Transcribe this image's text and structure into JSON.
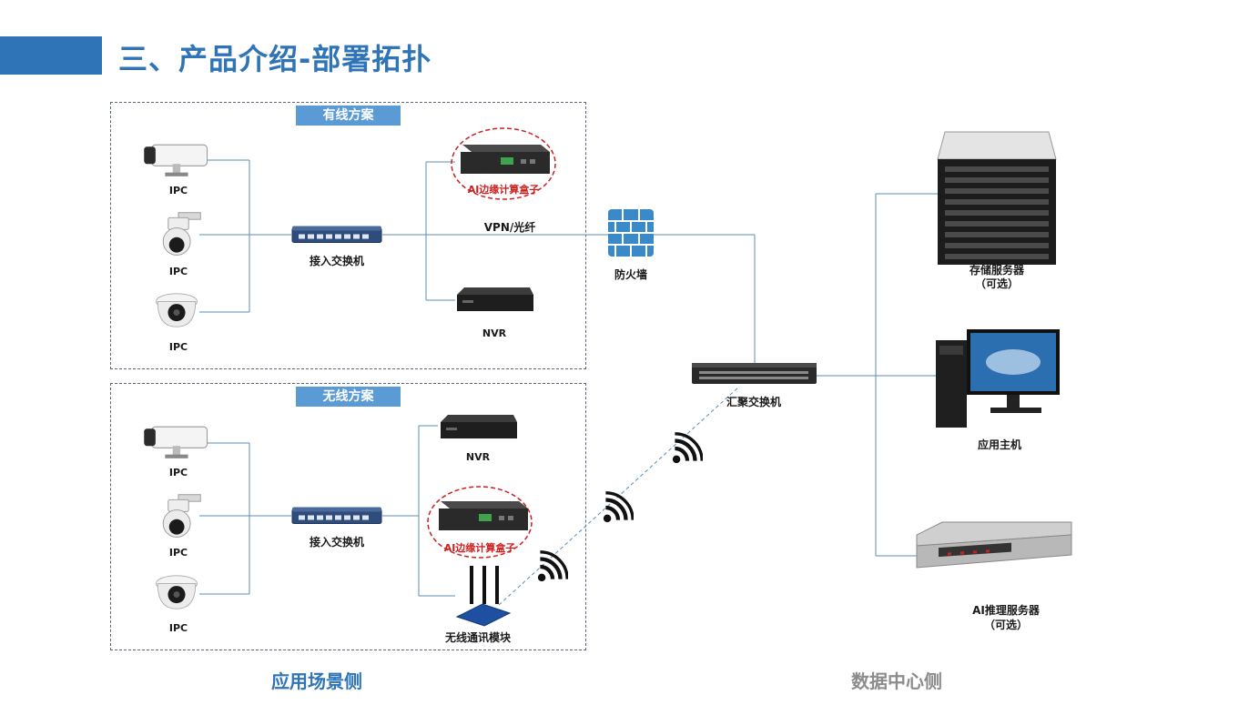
{
  "header": {
    "title": "三、产品介绍-部署拓扑"
  },
  "wired": {
    "tag": "有线方案",
    "ipc_labels": [
      "IPC",
      "IPC",
      "IPC"
    ],
    "switch": "接入交换机",
    "ai_box": "AI边缘计算盒子",
    "nvr": "NVR",
    "vpn": "VPN/光纤",
    "firewall": "防火墙"
  },
  "wireless": {
    "tag": "无线方案",
    "ipc_labels": [
      "IPC",
      "IPC",
      "IPC"
    ],
    "switch": "接入交换机",
    "nvr": "NVR",
    "ai_box": "AI边缘计算盒子",
    "module": "无线通讯模块"
  },
  "center": {
    "agg_switch": "汇聚交换机",
    "storage": "存储服务器",
    "storage_opt": "（可选）",
    "app_host": "应用主机",
    "ai_server": "AI推理服务器",
    "ai_server_opt": "（可选）"
  },
  "footer": {
    "left": "应用场景侧",
    "right": "数据中心侧"
  },
  "colors": {
    "accent": "#2f74b6",
    "tag": "#5b9bd5",
    "highlight": "#cc1f1f",
    "footer_right": "#8c8c8c"
  }
}
